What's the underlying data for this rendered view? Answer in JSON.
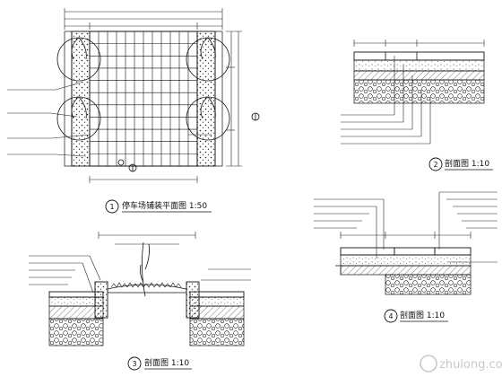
{
  "drawings": [
    {
      "id": "1",
      "caption": "停车场铺装平面图 1:50"
    },
    {
      "id": "2",
      "caption": "剖面图 1:10"
    },
    {
      "id": "3",
      "caption": "剖面图 1:10"
    },
    {
      "id": "4",
      "caption": "剖面图 1:10"
    }
  ],
  "plan_grid": {
    "columns": 12,
    "rows": 11
  },
  "watermark": "zhulong.com",
  "colors": {
    "line": "#111111",
    "dim": "#222222",
    "watermark": "#c9c9c9"
  }
}
